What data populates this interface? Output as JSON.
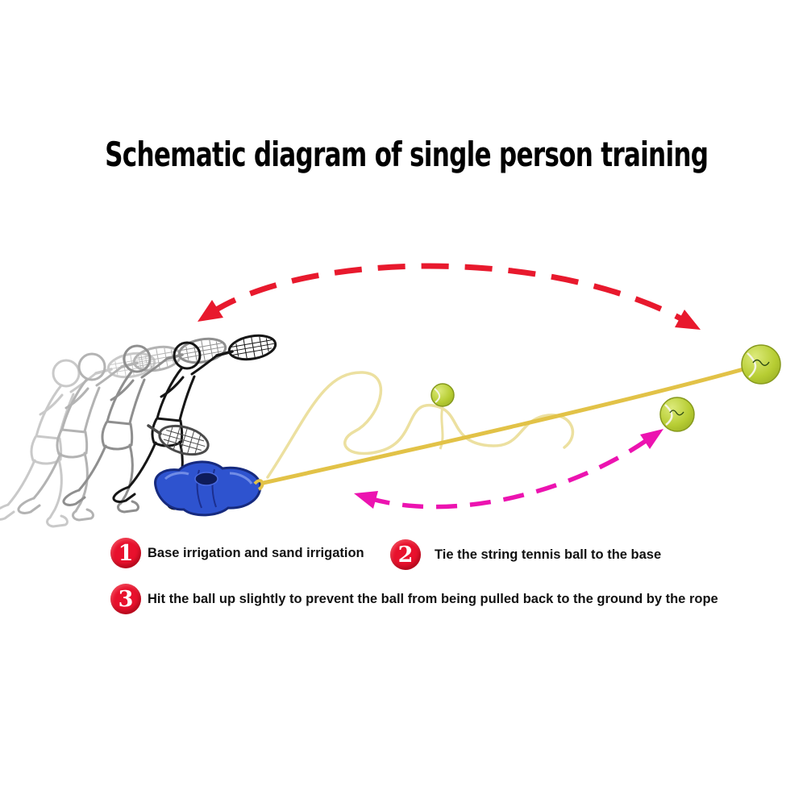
{
  "title": "Schematic diagram of single person training",
  "steps": [
    {
      "number": "1",
      "label": "Base irrigation and sand irrigation"
    },
    {
      "number": "2",
      "label": "Tie the string tennis ball to the base"
    },
    {
      "number": "3",
      "label": "Hit the ball up slightly to prevent the ball from being pulled back to the ground by the rope"
    }
  ],
  "diagram": {
    "player_sketch": "tennis-player-swing-sketch",
    "trainer_base": "blue-self-training-base",
    "rope": "elastic-tether-string",
    "loose_string": "slack-string-loops",
    "tennis_balls_count": 3,
    "ball_brand_mark": "script-logo-scribble",
    "arrows": {
      "outgoing": "red-dashed-hit-trajectory",
      "returning": "magenta-dashed-return-trajectory"
    }
  },
  "colors": {
    "background": "#ffffff",
    "title_text": "#000000",
    "step_badge": "#e8112d",
    "step_text": "#111111",
    "outgoing_arrow": "#e8192d",
    "returning_arrow": "#ec13b0",
    "rope": "#e2c247",
    "loose_string": "#ece0a0",
    "base_blue": "#2e53cf",
    "base_outline": "#162a7e",
    "ball_green": "#b7cd33",
    "sketch_main": "#161616",
    "sketch_ghost": "#8f8f8f"
  }
}
